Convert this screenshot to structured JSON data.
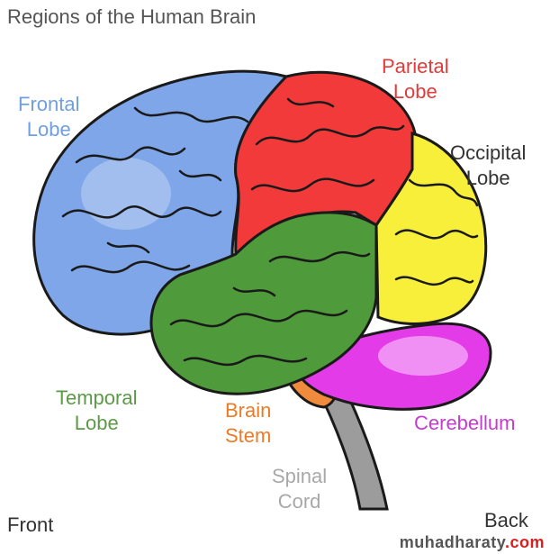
{
  "title": "Regions of the Human Brain",
  "regions": {
    "frontal": {
      "line1": "Frontal",
      "line2": "Lobe",
      "color": "#7fa6e8",
      "label_color": "#6f9fe0"
    },
    "parietal": {
      "line1": "Parietal",
      "line2": "Lobe",
      "color": "#f23a3a",
      "label_color": "#e33a3a"
    },
    "occipital": {
      "line1": "Occipital",
      "line2": "Lobe",
      "color": "#f7ef3a",
      "label_color": "#333333"
    },
    "temporal": {
      "line1": "Temporal",
      "line2": "Lobe",
      "color": "#4f9a3a",
      "label_color": "#5b9a47"
    },
    "brainstem": {
      "line1": "Brain",
      "line2": "Stem",
      "color": "#f08a3c",
      "label_color": "#ec7b26"
    },
    "cerebellum": {
      "line1": "Cerebellum",
      "color": "#e33be8",
      "label_color": "#c43ccf"
    },
    "spinal": {
      "line1": "Spinal",
      "line2": "Cord",
      "color": "#9c9c9c",
      "label_color": "#a8a8a8"
    }
  },
  "orientation": {
    "front": "Front",
    "back": "Back"
  },
  "watermark": {
    "part1": "muhadharaty",
    "part2": ".com",
    "color1": "#555555",
    "color2": "#d72020"
  }
}
